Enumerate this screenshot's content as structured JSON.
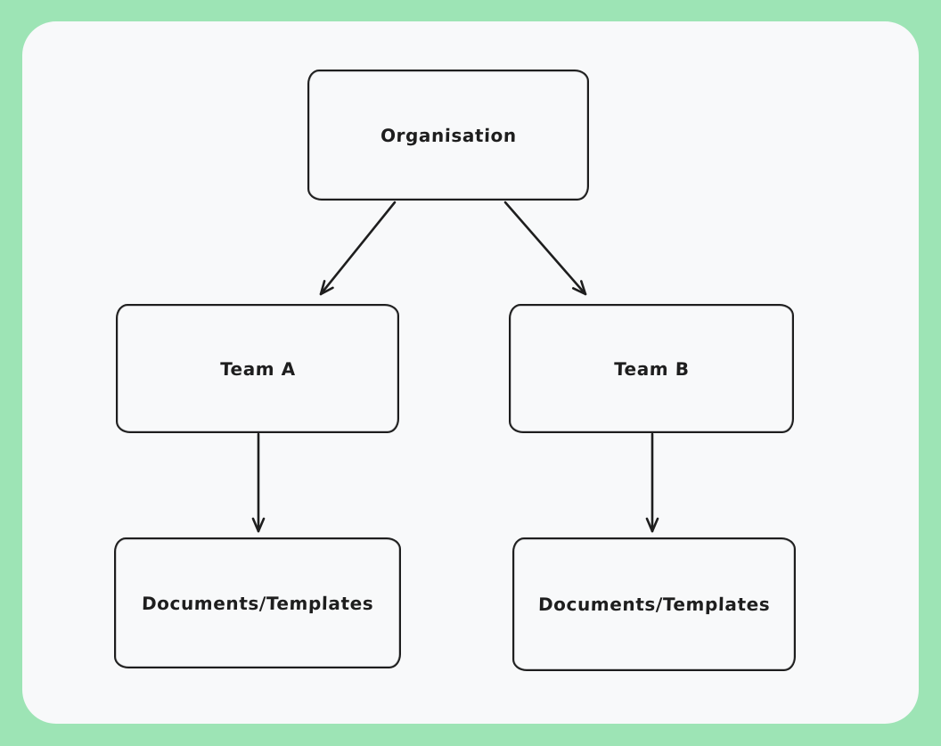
{
  "canvas": {
    "colors": {
      "background_color": "#9de4b5",
      "panel_color": "#f8f9fa",
      "stroke_color": "#1e1e1e",
      "text_color": "#1e1e1e"
    }
  },
  "diagram": {
    "type": "flowchart",
    "style": "hand-drawn",
    "nodes": {
      "org": {
        "label": "Organisation"
      },
      "team_a": {
        "label": "Team A"
      },
      "team_b": {
        "label": "Team B"
      },
      "docs_a": {
        "label": "Documents/Templates"
      },
      "docs_b": {
        "label": "Documents/Templates"
      }
    },
    "edges": [
      {
        "from": "org",
        "to": "team_a",
        "arrow": "end"
      },
      {
        "from": "org",
        "to": "team_b",
        "arrow": "end"
      },
      {
        "from": "team_a",
        "to": "docs_a",
        "arrow": "end"
      },
      {
        "from": "team_b",
        "to": "docs_b",
        "arrow": "end"
      }
    ]
  }
}
